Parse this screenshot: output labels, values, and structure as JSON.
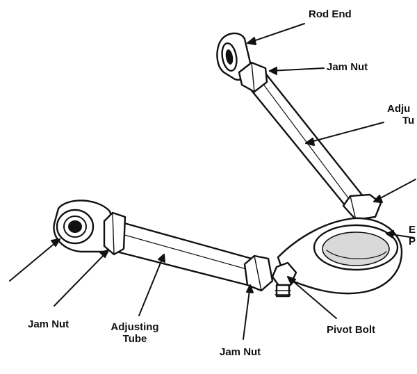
{
  "labels": {
    "rod_end": "Rod End",
    "jam_nut_top": "Jam Nut",
    "adjusting_tube_top_line1": "Adju",
    "adjusting_tube_top_line2": "Tu",
    "jam_nut_left": "Jam Nut",
    "adjusting_tube_bottom_line1": "Adjusting",
    "adjusting_tube_bottom_line2": "Tube",
    "jam_nut_bottom": "Jam Nut",
    "pivot_bolt": "Pivot Bolt",
    "right_edge_line1": "E",
    "right_edge_line2": "P"
  },
  "colors": {
    "ink": "#111111",
    "background": "#ffffff",
    "shade": "#d9d9d9"
  }
}
